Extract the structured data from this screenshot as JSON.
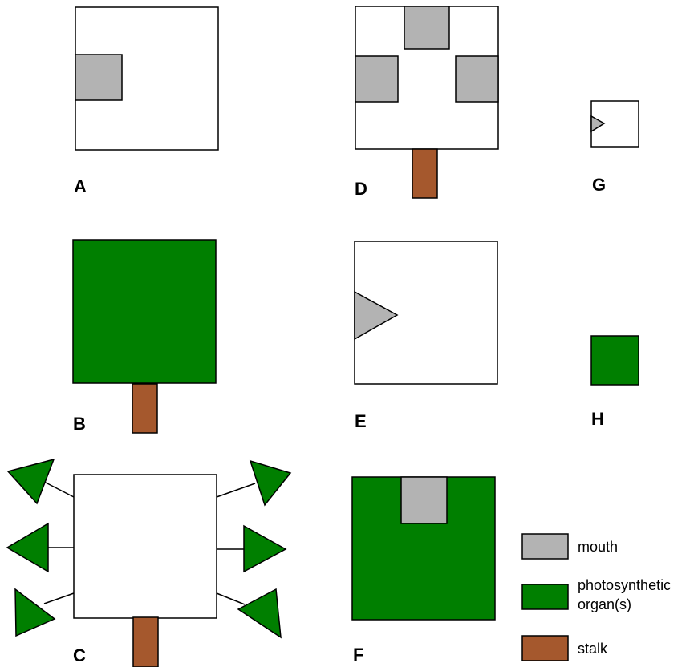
{
  "colors": {
    "mouth": "#b3b3b3",
    "photosynthetic": "#007f00",
    "stalk": "#a5582d",
    "body": "#ffffff",
    "outline": "#000000"
  },
  "panels": {
    "A": {
      "label": "A"
    },
    "B": {
      "label": "B"
    },
    "C": {
      "label": "C"
    },
    "D": {
      "label": "D"
    },
    "E": {
      "label": "E"
    },
    "F": {
      "label": "F"
    },
    "G": {
      "label": "G"
    },
    "H": {
      "label": "H"
    }
  },
  "legend": {
    "mouth": "mouth",
    "photosynthetic_line1": "photosynthetic",
    "photosynthetic_line2": "organ(s)",
    "stalk": "stalk"
  }
}
